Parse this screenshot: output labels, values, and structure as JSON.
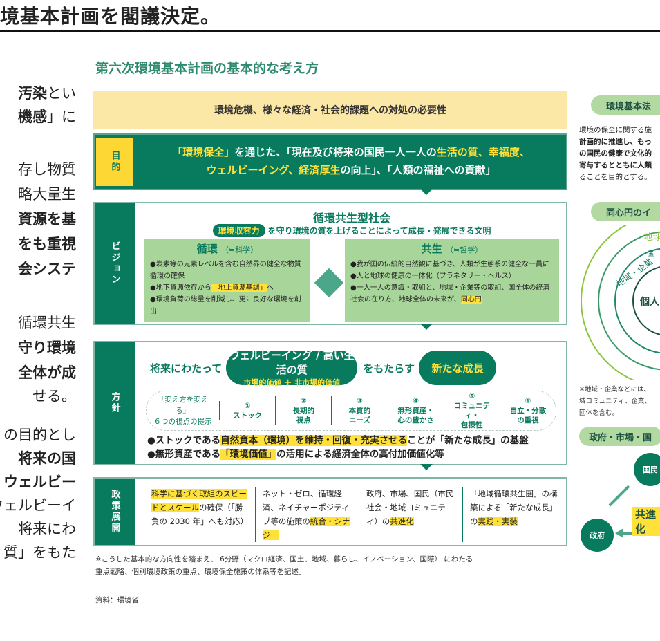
{
  "heading": {
    "title": "境基本計画を閣議決定。"
  },
  "body_lines": [
    [
      {
        "t": "汚染",
        "s": "b"
      },
      {
        "t": "とい"
      }
    ],
    [
      {
        "t": "機感",
        "s": "b"
      },
      {
        "t": "」に"
      }
    ],
    [
      {
        "t": "存し物質"
      }
    ],
    [
      {
        "t": "略大量生"
      }
    ],
    [
      {
        "t": "資源を基",
        "s": "b"
      }
    ],
    [
      {
        "t": "をも重視",
        "s": "b"
      }
    ],
    [
      {
        "t": "会システ",
        "s": "b"
      }
    ],
    [
      {
        "t": "循環共生"
      }
    ],
    [
      {
        "t": "守り環境",
        "s": "b"
      }
    ],
    [
      {
        "t": "全体が成",
        "s": "b"
      }
    ],
    [
      {
        "t": "せる。"
      }
    ],
    [
      {
        "t": "の目的とし"
      }
    ],
    [
      {
        "t": "将来の国",
        "s": "b"
      }
    ],
    [
      {
        "t": "ウェルビー",
        "s": "b"
      }
    ],
    [
      {
        "t": "ウェルビーイ"
      }
    ],
    [
      {
        "t": "将来にわ"
      }
    ],
    [
      {
        "t": "質」をもた"
      }
    ]
  ],
  "figure": {
    "title": "第六次環境基本計画の基本的な考え方",
    "need": "環境危機、様々な経済・社会的課題への対処の必要性",
    "purpose": {
      "label": "目的",
      "line1": [
        {
          "t": "「環境保全」",
          "s": "yl"
        },
        {
          "t": "を通じた、「現在及び将来の国民一人一人の"
        },
        {
          "t": "生活の質、幸福度、",
          "s": "yl"
        }
      ],
      "line2": [
        {
          "t": "ウェルビーイング、経済厚生",
          "s": "yl"
        },
        {
          "t": "の向上」、「人類の福祉への貢献」"
        }
      ]
    },
    "vision": {
      "label": "ビジョン",
      "title": "循環共生型社会",
      "pill": "環境収容力",
      "subtitle": "を守り環境の質を上げることによって成長・発展できる文明",
      "left": {
        "title": "循環",
        "note": "（≒科学）",
        "items": [
          [
            {
              "t": "●炭素等の元素レベルを含む自然界の健全な物質循環の確保"
            }
          ],
          [
            {
              "t": "●地下資源依存から"
            },
            {
              "t": "「地上資源基調」",
              "s": "hl"
            },
            {
              "t": "へ"
            }
          ],
          [
            {
              "t": "●環境負荷の総量を削減し、更に良好な環境を創出"
            }
          ]
        ]
      },
      "right": {
        "title": "共生",
        "note": "（≒哲学）",
        "items": [
          [
            {
              "t": "●我が国の伝統的自然観に基づき、人類が生態系の健全な一員に"
            }
          ],
          [
            {
              "t": "●人と地球の健康の一体化（プラネタリー・ヘルス）"
            }
          ],
          [
            {
              "t": "●一人一人の意識・取組と、地域・企業等の取組、国全体の経済社会の在り方、地球全体の未来が、"
            },
            {
              "t": "同心円",
              "s": "hl"
            }
          ]
        ]
      }
    },
    "policy": {
      "label": "方針",
      "pre": "将来にわたって",
      "pill_main": "ウェルビーイング / 高い生活の質",
      "pill_sub": "市場的価値 ＋ 非市場的価値",
      "mid": "をもたらす",
      "growth": "新たな成長",
      "views_title": "「変え方を変える」\n６つの視点の提示",
      "views": [
        {
          "n": "①",
          "t": "ストック"
        },
        {
          "n": "②",
          "t": "長期的\n視点"
        },
        {
          "n": "③",
          "t": "本質的\nニーズ"
        },
        {
          "n": "④",
          "t": "無形資産・\n心の豊かさ"
        },
        {
          "n": "⑤",
          "t": "コミュニティ・\n包摂性"
        },
        {
          "n": "⑥",
          "t": "自立・分散\nの重視"
        }
      ],
      "bullets": [
        [
          {
            "t": "●ストックである"
          },
          {
            "t": "自然資本（環境）を維持・回復・充実させる",
            "s": "hl"
          },
          {
            "t": "ことが「新たな成長」の基盤"
          }
        ],
        [
          {
            "t": "●無形資産である"
          },
          {
            "t": "「環境価値」",
            "s": "hl"
          },
          {
            "t": "の活用による経済全体の高付加価値化等"
          }
        ]
      ]
    },
    "deploy": {
      "label": "政策展開",
      "cols": [
        [
          {
            "t": "科学に基づく取組のスピードとスケール",
            "s": "hl"
          },
          {
            "t": "の確保（「勝負の 2030 年」へも対応）"
          }
        ],
        [
          {
            "t": "ネット・ゼロ、循環経済、ネイチャーポジティブ等の施策の"
          },
          {
            "t": "統合・シナジー",
            "s": "hl"
          }
        ],
        [
          {
            "t": "政府、市場、国民（市民社会・地域コミュニティ）の"
          },
          {
            "t": "共進化",
            "s": "hl"
          }
        ],
        [
          {
            "t": "「地域循環共生圏」の構築による「新たな成長」の"
          },
          {
            "t": "実践・実装",
            "s": "hl"
          }
        ]
      ]
    },
    "note": [
      "※こうした基本的な方向性を踏まえ、 6分野（マクロ経済、国土、地域、暮らし、イノベーション、国際） にわたる",
      "重点戦略、個別環境政策の重点、環境保全施策の体系等を記述。"
    ],
    "source": "資料：環境省"
  },
  "side": {
    "law_title": "環境基本法",
    "law_text": [
      "環境の保全に関する施",
      "計画的に推進し、もっ",
      "の国民の健康で文化的",
      "寄与するとともに人類",
      "ることを目的とする。"
    ],
    "circle_title": "同心円のイ",
    "circle_labels": {
      "earth": "地球",
      "nation": "国",
      "region": "地域・企業",
      "person": "個人"
    },
    "circle_note": [
      "※地域・企業などには、",
      "域コミュニティ、企業、",
      "団体を含む。"
    ],
    "coevo_title": "政府・市場・国",
    "nodes": {
      "people": "国民",
      "gov": "政府"
    },
    "coevo_label": "共進化"
  },
  "colors": {
    "green": "#087a5e",
    "light_green": "#a8d59a",
    "yellow": "#ffe13a",
    "cream": "#fbe7a6"
  }
}
